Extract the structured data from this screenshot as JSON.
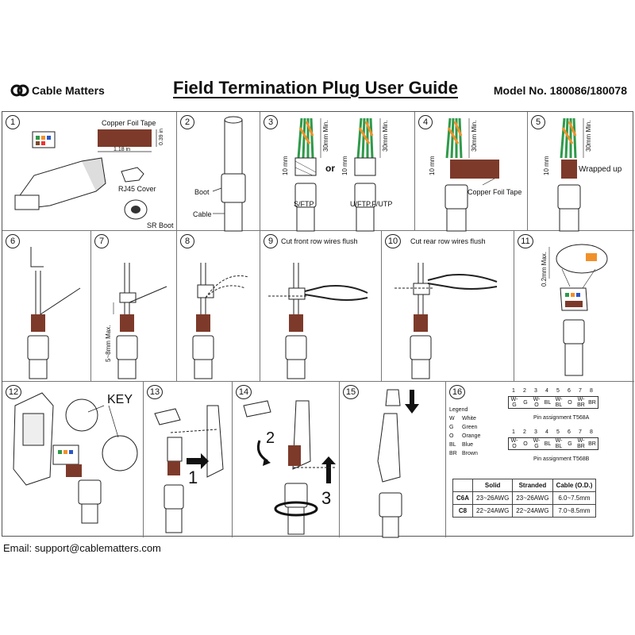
{
  "header": {
    "brand": "Cable Matters",
    "title": "Field Termination Plug User Guide",
    "model": "Model No. 180086/180078"
  },
  "steps": {
    "s1": {
      "num": "1",
      "foil_label": "Copper Foil Tape",
      "foil_width": "1.18 in",
      "foil_height": "0.39 in",
      "cover": "RJ45 Cover",
      "boot": "SR Boot"
    },
    "s2": {
      "num": "2",
      "boot": "Boot",
      "cable": "Cable"
    },
    "s3": {
      "num": "3",
      "min1": "30mm Min.",
      "min2": "30mm Min.",
      "ten1": "10 mm",
      "ten2": "10 mm",
      "or": "or",
      "type1": "S/FTP",
      "type2": "U/FTP.F/UTP"
    },
    "s4": {
      "num": "4",
      "min": "30mm Min.",
      "ten": "10 mm",
      "tape": "Copper Foil Tape"
    },
    "s5": {
      "num": "5",
      "min": "30mm Min.",
      "ten": "10 mm",
      "wrapped": "Wrapped up"
    },
    "s6": {
      "num": "6"
    },
    "s7": {
      "num": "7",
      "max": "5~8mm Max."
    },
    "s8": {
      "num": "8"
    },
    "s9": {
      "num": "9",
      "caption": "Cut front row wires flush"
    },
    "s10": {
      "num": "10",
      "caption": "Cut rear row wires flush"
    },
    "s11": {
      "num": "11",
      "max": "0.2mm Max."
    },
    "s12": {
      "num": "12",
      "key": "KEY"
    },
    "s13": {
      "num": "13",
      "step": "1"
    },
    "s14": {
      "num": "14",
      "step2": "2",
      "step3": "3"
    },
    "s15": {
      "num": "15"
    },
    "s16": {
      "num": "16",
      "legend_title": "Legend",
      "legend": [
        {
          "code": "W",
          "name": "White"
        },
        {
          "code": "G",
          "name": "Green"
        },
        {
          "code": "O",
          "name": "Orange"
        },
        {
          "code": "BL",
          "name": "Blue"
        },
        {
          "code": "BR",
          "name": "Brown"
        }
      ],
      "pin_numbers": [
        "1",
        "2",
        "3",
        "4",
        "5",
        "6",
        "7",
        "8"
      ],
      "t568a": [
        "W-G",
        "G",
        "W-O",
        "BL",
        "W-BL",
        "O",
        "W-BR",
        "BR"
      ],
      "t568a_label": "Pin assignment T568A",
      "t568b": [
        "W-O",
        "O",
        "W-G",
        "BL",
        "W-BL",
        "G",
        "W-BR",
        "BR"
      ],
      "t568b_label": "Pin assignment T568B",
      "table": {
        "headers": [
          "",
          "Solid",
          "Stranded",
          "Cable (O.D.)"
        ],
        "rows": [
          [
            "C6A",
            "23~26AWG",
            "23~26AWG",
            "6.0~7.5mm"
          ],
          [
            "C8",
            "22~24AWG",
            "22~24AWG",
            "7.0~8.5mm"
          ]
        ]
      }
    }
  },
  "footer": {
    "email": "Email: support@cablematters.com"
  },
  "colors": {
    "foil": "#7d3a2a",
    "green": "#2e9a4a",
    "orange": "#f0902a",
    "blue": "#2a56c8",
    "brown": "#7a4a2a",
    "line": "#222222"
  }
}
